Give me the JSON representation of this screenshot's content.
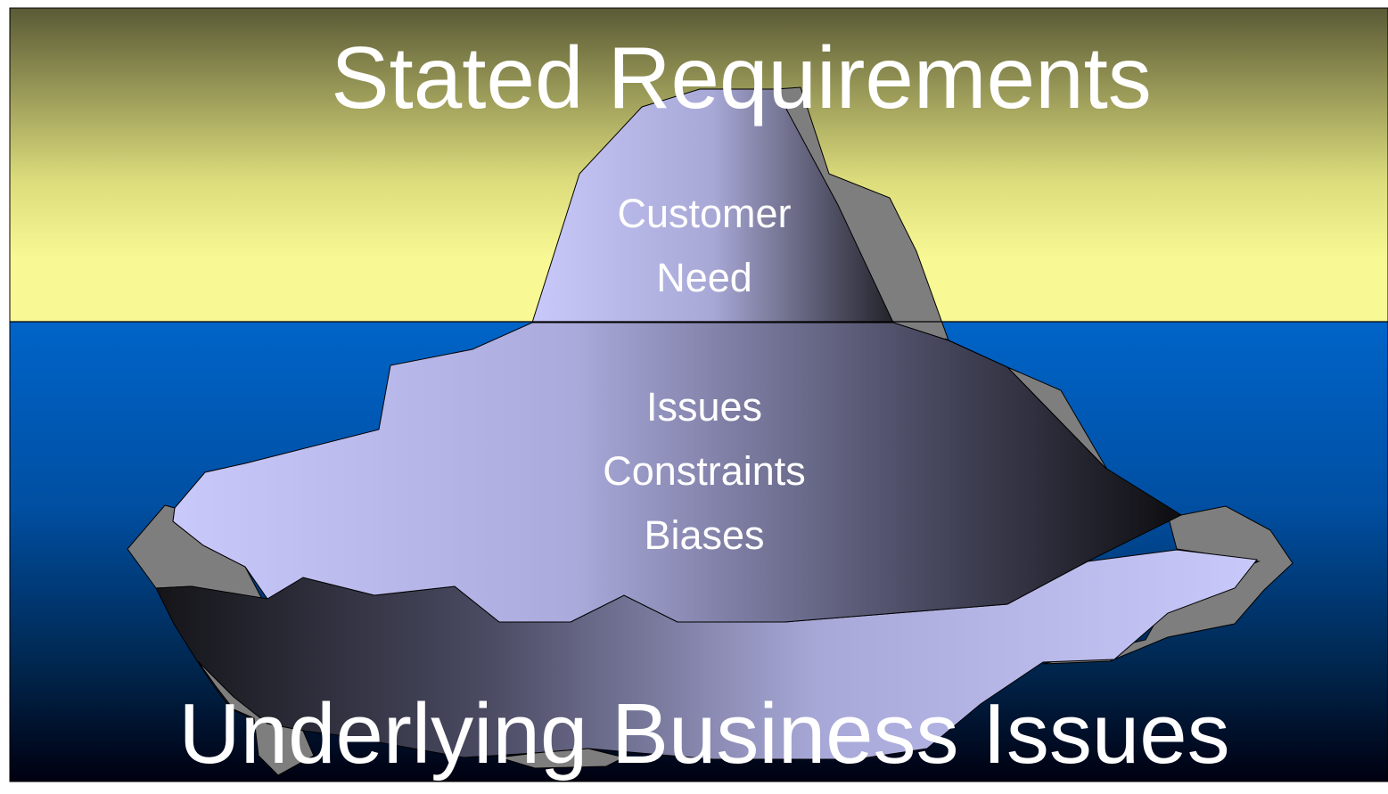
{
  "slide": {
    "title_top": "Stated Requirements",
    "title_bottom": "Underlying Business Issues",
    "tip_lines": [
      "Customer",
      "Need"
    ],
    "submerged_lines": [
      "Issues",
      "Constraints",
      "Biases"
    ]
  },
  "colors": {
    "sky_top": "#5a5a36",
    "sky_bottom": "#f8f894",
    "water_top": "#0064c8",
    "water_bottom": "#000010",
    "ice_light": "#c8c8fa",
    "ice_dark": "#18181e",
    "ice_shadow": "#7e7e7e",
    "text": "#ffffff"
  }
}
